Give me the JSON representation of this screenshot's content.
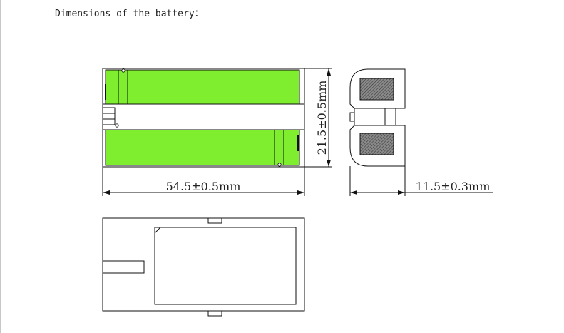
{
  "heading": "Dimensions of the battery：",
  "dimensions": {
    "length": "54.5±0.5mm",
    "height": "21.5±0.5mm",
    "thickness": "11.5±0.3mm"
  },
  "colors": {
    "cell_fill": "#7fee2e",
    "line": "#111111",
    "terminal_hatch": "#555555"
  }
}
